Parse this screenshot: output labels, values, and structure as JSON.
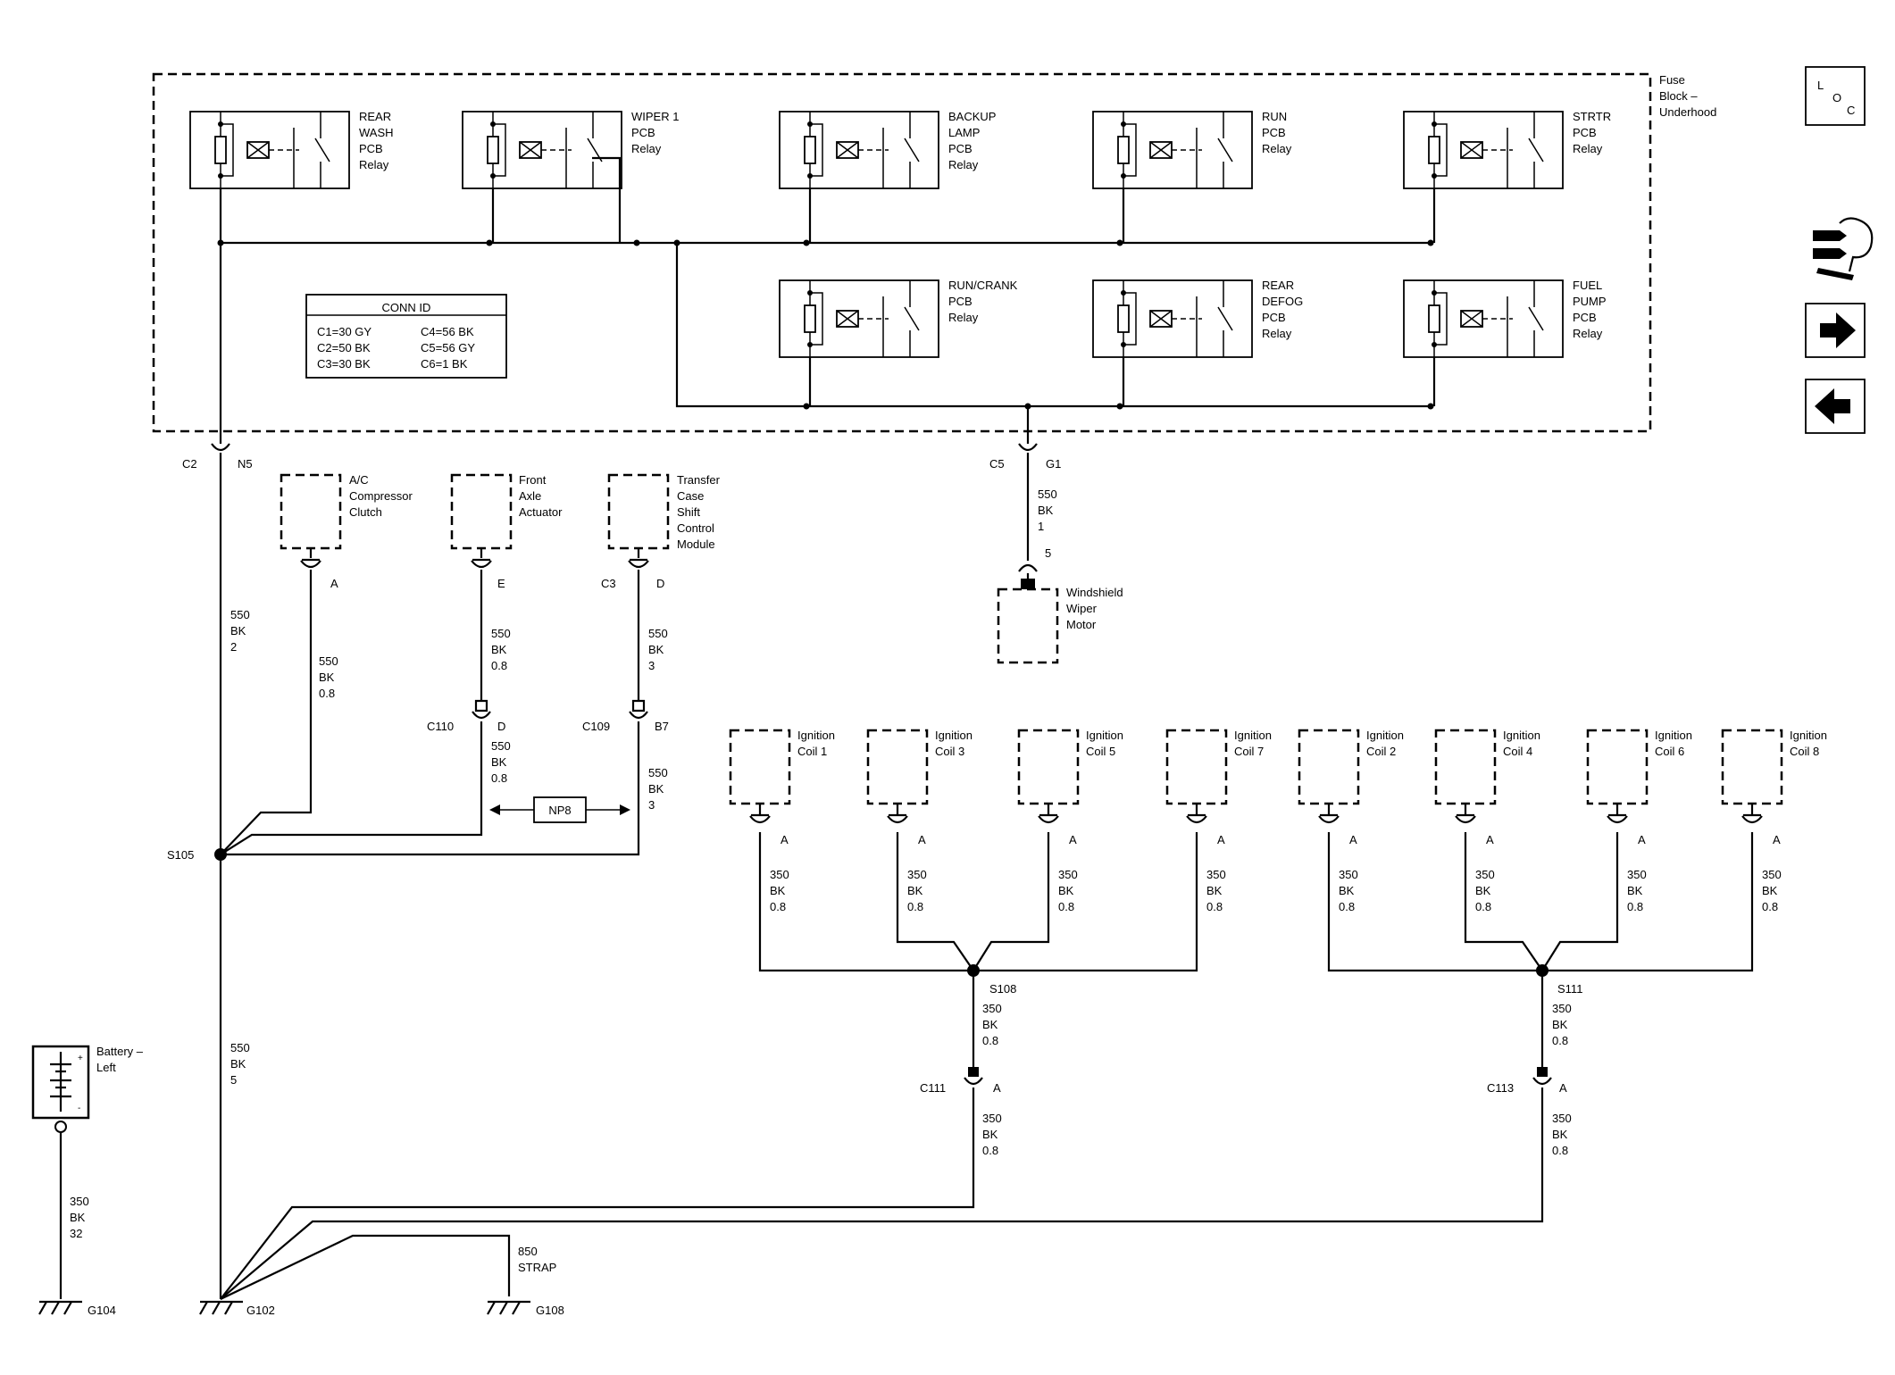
{
  "fuse_block": {
    "label": [
      "Fuse",
      "Block –",
      "Underhood"
    ]
  },
  "relays_top": [
    {
      "label": [
        "REAR",
        "WASH",
        "PCB",
        "Relay"
      ]
    },
    {
      "label": [
        "WIPER 1",
        "PCB",
        "Relay"
      ]
    },
    {
      "label": [
        "BACKUP",
        "LAMP",
        "PCB",
        "Relay"
      ]
    },
    {
      "label": [
        "RUN",
        "PCB",
        "Relay"
      ]
    },
    {
      "label": [
        "STRTR",
        "PCB",
        "Relay"
      ]
    }
  ],
  "relays_bottom": [
    {
      "label": [
        "RUN/CRANK",
        "PCB",
        "Relay"
      ]
    },
    {
      "label": [
        "REAR",
        "DEFOG",
        "PCB",
        "Relay"
      ]
    },
    {
      "label": [
        "FUEL",
        "PUMP",
        "PCB",
        "Relay"
      ]
    }
  ],
  "conn_id": {
    "title": "CONN ID",
    "rows": [
      [
        "C1=30 GY",
        "C4=56 BK"
      ],
      [
        "C2=50 BK",
        "C5=56 GY"
      ],
      [
        "C3=30 BK",
        "C6=1 BK"
      ]
    ]
  },
  "nav": {
    "loc": [
      "L",
      "O",
      "C"
    ],
    "icons": [
      "service-tool-icon",
      "arrow-right-icon",
      "arrow-left-icon"
    ]
  },
  "connectors": {
    "c2": {
      "name": "C2",
      "pin": "N5"
    },
    "c5": {
      "name": "C5",
      "pin": "G1",
      "pin2": "5"
    },
    "c110": {
      "name": "C110",
      "pin": "D"
    },
    "c109": {
      "name": "C109",
      "pin": "B7"
    },
    "c111": {
      "name": "C111",
      "pin": "A"
    },
    "c113": {
      "name": "C113",
      "pin": "A"
    },
    "c3": {
      "name": "C3"
    }
  },
  "components": {
    "ac": {
      "label": [
        "A/C",
        "Compressor",
        "Clutch"
      ],
      "pin": "A"
    },
    "fa": {
      "label": [
        "Front",
        "Axle",
        "Actuator"
      ],
      "pin": "E"
    },
    "tc": {
      "label": [
        "Transfer",
        "Case",
        "Shift",
        "Control",
        "Module"
      ],
      "pin": "D"
    },
    "wiper": {
      "label": [
        "Windshield",
        "Wiper",
        "Motor"
      ]
    },
    "battery": {
      "label": [
        "Battery –",
        "Left"
      ]
    }
  },
  "coils": [
    {
      "label": [
        "Ignition",
        "Coil 1"
      ],
      "pin": "A"
    },
    {
      "label": [
        "Ignition",
        "Coil 3"
      ],
      "pin": "A"
    },
    {
      "label": [
        "Ignition",
        "Coil 5"
      ],
      "pin": "A"
    },
    {
      "label": [
        "Ignition",
        "Coil 7"
      ],
      "pin": "A"
    },
    {
      "label": [
        "Ignition",
        "Coil 2"
      ],
      "pin": "A"
    },
    {
      "label": [
        "Ignition",
        "Coil 4"
      ],
      "pin": "A"
    },
    {
      "label": [
        "Ignition",
        "Coil 6"
      ],
      "pin": "A"
    },
    {
      "label": [
        "Ignition",
        "Coil 8"
      ],
      "pin": "A"
    }
  ],
  "wires": {
    "w550bk2": [
      "550",
      "BK",
      "2"
    ],
    "w550bk1": [
      "550",
      "BK",
      "1"
    ],
    "w550bk08": [
      "550",
      "BK",
      "0.8"
    ],
    "w550bk3": [
      "550",
      "BK",
      "3"
    ],
    "w550bk5": [
      "550",
      "BK",
      "5"
    ],
    "w350bk08": [
      "350",
      "BK",
      "0.8"
    ],
    "w350bk32": [
      "350",
      "BK",
      "32"
    ],
    "strap": [
      "850",
      "STRAP"
    ]
  },
  "splices": {
    "s105": "S105",
    "s108": "S108",
    "s111": "S111"
  },
  "np8": "NP8",
  "grounds": {
    "g104": "G104",
    "g102": "G102",
    "g108": "G108"
  }
}
